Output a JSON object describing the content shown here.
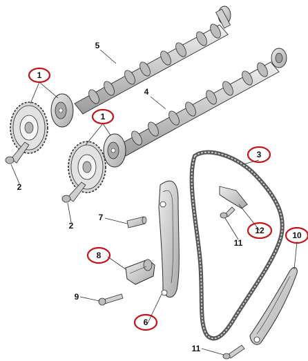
{
  "colors": {
    "part_light": "#d9d9d9",
    "part_mid": "#bdbdbd",
    "part_dark": "#8c8c8c",
    "outline": "#2b2b2b",
    "chain": "#555555",
    "circle_highlight": "#c0141c",
    "background": "#ffffff"
  },
  "callouts": [
    {
      "id": "c1a",
      "label": "1",
      "circled": true
    },
    {
      "id": "c1b",
      "label": "1",
      "circled": true
    },
    {
      "id": "c2a",
      "label": "2",
      "circled": false
    },
    {
      "id": "c2b",
      "label": "2",
      "circled": false
    },
    {
      "id": "c3",
      "label": "3",
      "circled": true
    },
    {
      "id": "c4",
      "label": "4",
      "circled": false
    },
    {
      "id": "c5",
      "label": "5",
      "circled": false
    },
    {
      "id": "c6",
      "label": "6",
      "circled": true
    },
    {
      "id": "c7",
      "label": "7",
      "circled": false
    },
    {
      "id": "c8",
      "label": "8",
      "circled": true
    },
    {
      "id": "c9",
      "label": "9",
      "circled": false
    },
    {
      "id": "c10",
      "label": "10",
      "circled": true
    },
    {
      "id": "c11a",
      "label": "11",
      "circled": false
    },
    {
      "id": "c11b",
      "label": "11",
      "circled": false
    },
    {
      "id": "c12",
      "label": "12",
      "circled": true
    }
  ]
}
